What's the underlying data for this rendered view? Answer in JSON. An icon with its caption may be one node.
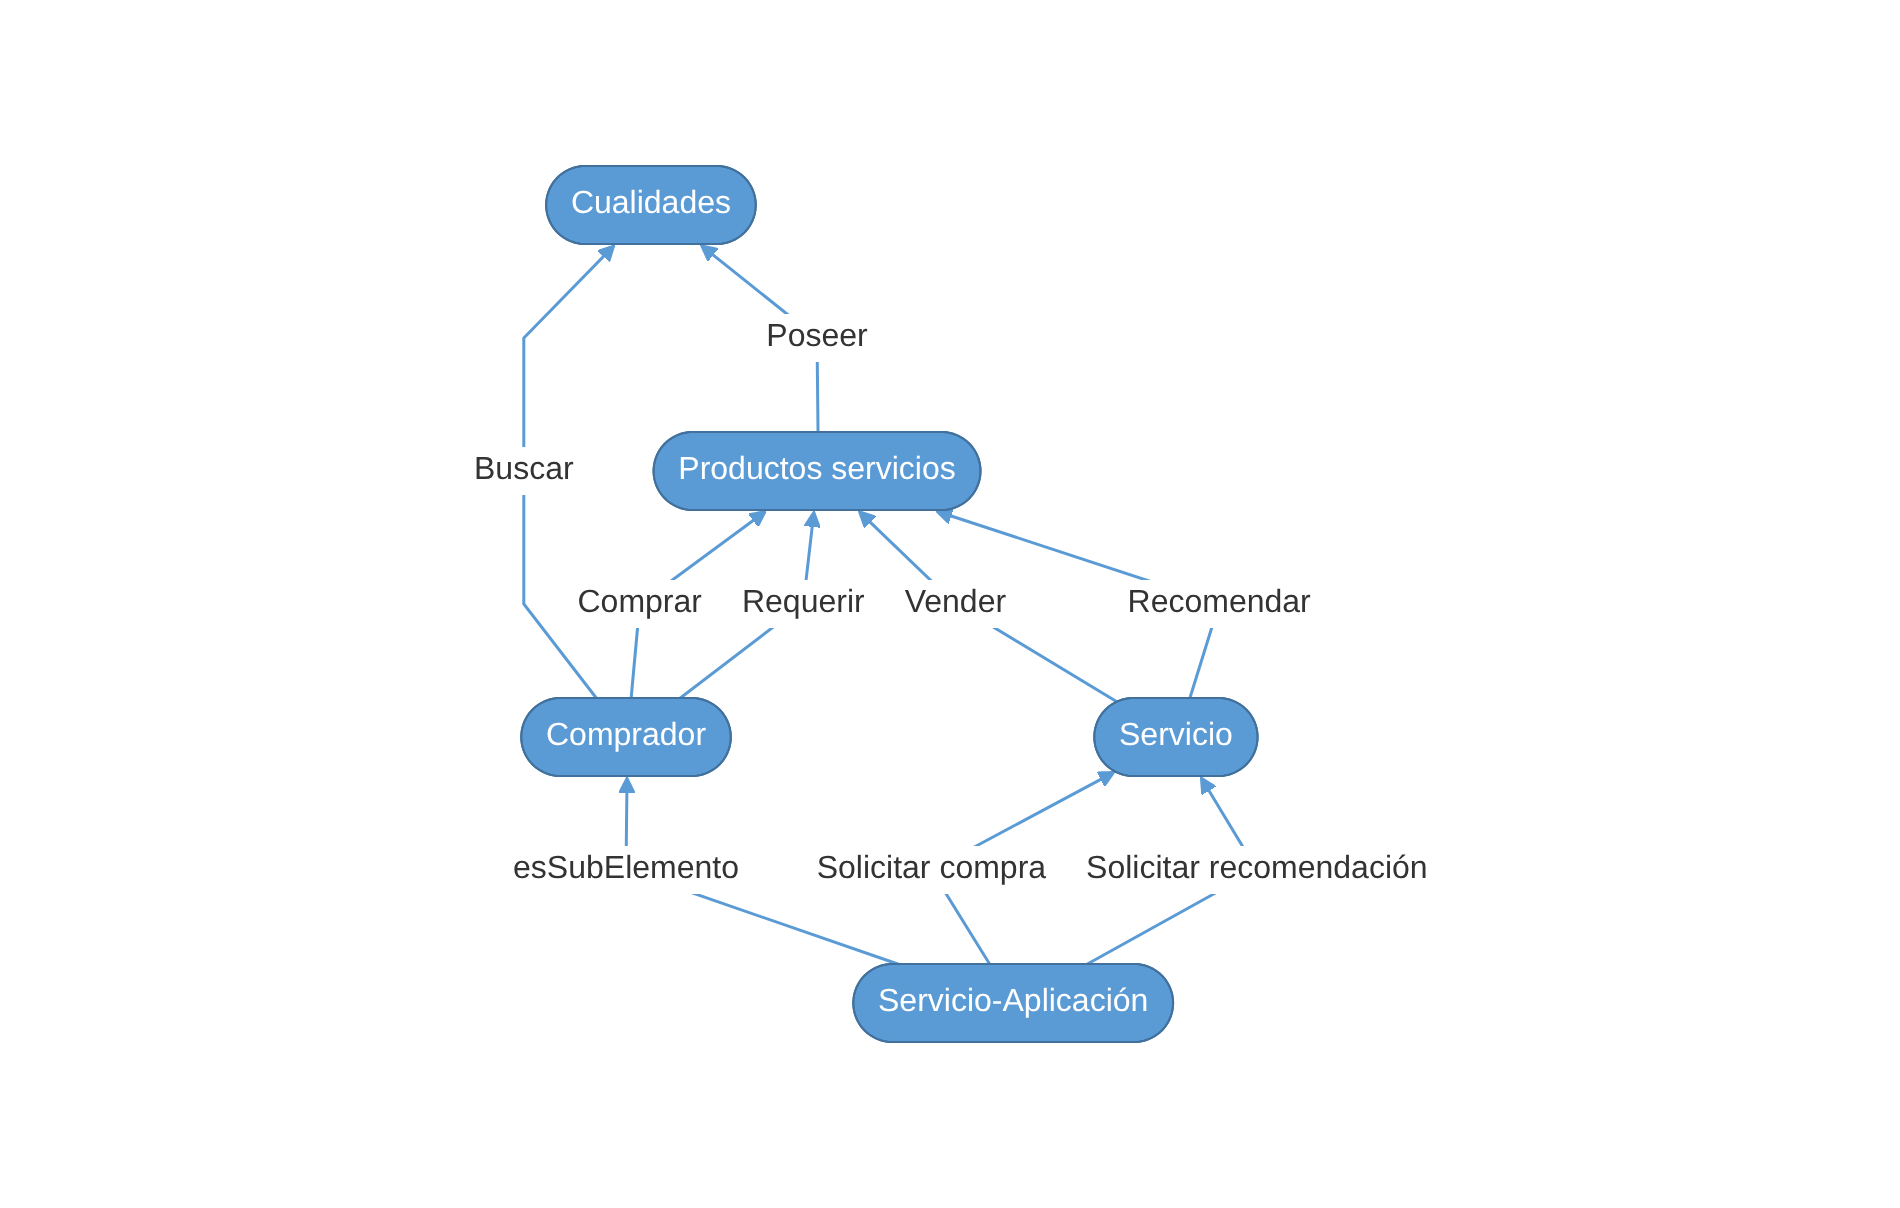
{
  "diagram": {
    "nodes": [
      {
        "text": [
          "Cualidades"
        ]
      },
      {
        "text": [
          "Comprador"
        ]
      },
      {
        "text": [
          "Productos servicios"
        ]
      },
      {
        "text": [
          "Servicio"
        ]
      },
      {
        "text": [
          "Servicio-Aplicación"
        ]
      }
    ],
    "edges": [
      {
        "from": 1,
        "to": 0,
        "arrow": "to",
        "label": "Buscar"
      },
      {
        "from": 1,
        "to": 2,
        "arrow": "to",
        "label": "Comprar"
      },
      {
        "from": 1,
        "to": 2,
        "arrow": "to",
        "label": "Requerir"
      },
      {
        "from": 2,
        "to": 0,
        "arrow": "to",
        "label": "Poseer"
      },
      {
        "from": 3,
        "to": 2,
        "arrow": "to",
        "label": "Vender"
      },
      {
        "from": 3,
        "to": 2,
        "arrow": "to",
        "label": "Recomendar"
      },
      {
        "from": 4,
        "to": 3,
        "arrow": "to",
        "label": "Solicitar compra"
      },
      {
        "from": 4,
        "to": 3,
        "arrow": "to",
        "label": "Solicitar recomendación"
      },
      {
        "from": 4,
        "to": 1,
        "arrow": "to",
        "label": "esSubElemento"
      }
    ]
  }
}
